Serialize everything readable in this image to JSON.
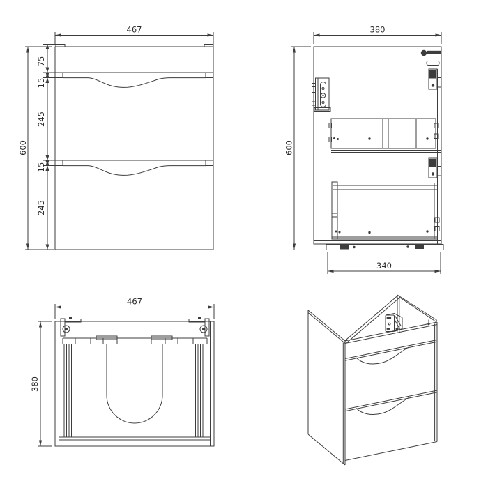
{
  "views": {
    "front": {
      "width": "467",
      "height": "600",
      "segments": [
        "75",
        "15",
        "245",
        "15",
        "245"
      ]
    },
    "side": {
      "width": "380",
      "height": "600",
      "base_depth": "340"
    },
    "plan": {
      "width": "467",
      "depth": "380"
    }
  },
  "colors": {
    "line": "#3d3d3d",
    "text": "#2b2b2b",
    "background": "#ffffff"
  }
}
